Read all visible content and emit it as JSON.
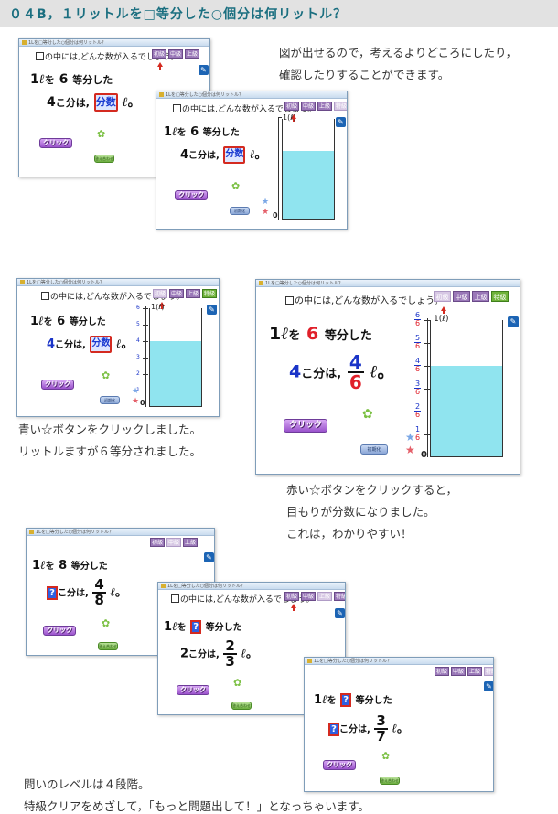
{
  "page_title": "０４B，１リットルを□等分した○個分は何リットル？",
  "captions": {
    "intro": [
      "図が出せるので，考えるよりどころにしたり，",
      "確認したりすることができます。"
    ],
    "blue_star": [
      "青い☆ボタンをクリックしました。",
      "リットルますが６等分されました。"
    ],
    "red_star": [
      "赤い☆ボタンをクリックすると，",
      "目もりが分数になりました。",
      "これは，わかりやすい！"
    ],
    "levels": [
      "問いのレベルは４段階。",
      "特級クリアをめざして，「もっと問題出して！」となっちゃいます。"
    ]
  },
  "app": {
    "window_title": "1Lを□等分した○個分は何リットル？",
    "question": "の中には,どんな数が入るでしょう。",
    "levels": [
      "初級",
      "中級",
      "上級",
      "特級"
    ],
    "pen_icon": "pencil-icon",
    "click_label": "クリック",
    "kotae_label": "答え合わせ",
    "shokika_label": "初期化",
    "liter_label": "1(ℓ)",
    "zero_label": "0",
    "unit": "ℓ",
    "prefix_1l": "1",
    "wo": "を",
    "equal_part": "等分した",
    "ko_bun": "こ分は,",
    "bunsu": "分数",
    "qmark": "?",
    "period": "。"
  },
  "screens": {
    "s1": {
      "n": "6",
      "k": "4"
    },
    "s2": {
      "n": "6",
      "k": "4"
    },
    "s3": {
      "n": "6",
      "k": "4"
    },
    "s4": {
      "n": "6",
      "k": "4",
      "num": "4",
      "den": "6",
      "ticks": [
        {
          "n": "6",
          "d": "6"
        },
        {
          "n": "5",
          "d": "6"
        },
        {
          "n": "4",
          "d": "6"
        },
        {
          "n": "3",
          "d": "6"
        },
        {
          "n": "2",
          "d": "6"
        },
        {
          "n": "1",
          "d": "6"
        }
      ],
      "water_level": 0.667
    },
    "s5": {
      "n": "8",
      "num": "4",
      "den": "8"
    },
    "s6": {
      "k": "2",
      "num": "2",
      "den": "3"
    },
    "s7": {
      "num": "3",
      "den": "7"
    }
  },
  "scale_nums_s3": [
    "6",
    "5",
    "4",
    "3",
    "2",
    "1"
  ],
  "colors": {
    "title": "#1b6f80",
    "accent_red": "#e0202a",
    "accent_blue": "#1a34c8",
    "water": "#90e4ef"
  }
}
